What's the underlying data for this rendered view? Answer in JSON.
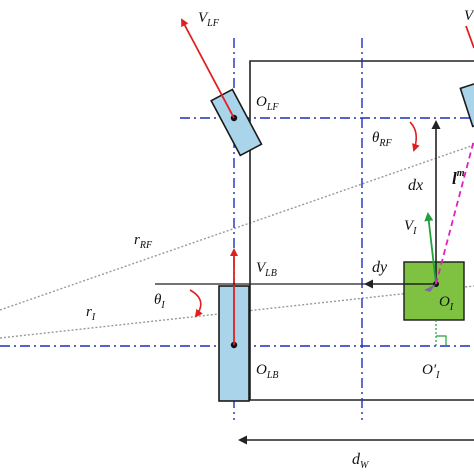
{
  "colors": {
    "axis": "#1f2fbf",
    "frame": "#222222",
    "wheel_fill": "#a9d4ea",
    "wheel_stroke": "#1a1a1a",
    "body_fill": "#7fc241",
    "vector": "#e02020",
    "velocity_i": "#22a03a",
    "look": "#e020c0",
    "ray": "#9a9a9a",
    "right_angle": "#22a03a"
  },
  "labels": {
    "v_lf": {
      "main": "V",
      "sub": "LF"
    },
    "v_lb": {
      "main": "V",
      "sub": "LB"
    },
    "v_i": {
      "main": "V",
      "sub": "I"
    },
    "o_lf": {
      "main": "O",
      "sub": "LF"
    },
    "o_lb": {
      "main": "O",
      "sub": "LB"
    },
    "o_i": {
      "main": "O",
      "sub": "I"
    },
    "o_i_prime": {
      "main": "O′",
      "sub": "I"
    },
    "theta_rf": {
      "main": "θ",
      "sub": "RF"
    },
    "theta_i": {
      "main": "θ",
      "sub": "I"
    },
    "r_rf": {
      "main": "r",
      "sub": "RF"
    },
    "r_i": {
      "main": "r",
      "sub": "I"
    },
    "d_w": {
      "main": "d",
      "sub": "W"
    },
    "dx": {
      "main": "dx"
    },
    "dy": {
      "main": "dy"
    },
    "l_m": {
      "main": "l",
      "sup": "m"
    },
    "partial_v": {
      "main": "V"
    }
  }
}
